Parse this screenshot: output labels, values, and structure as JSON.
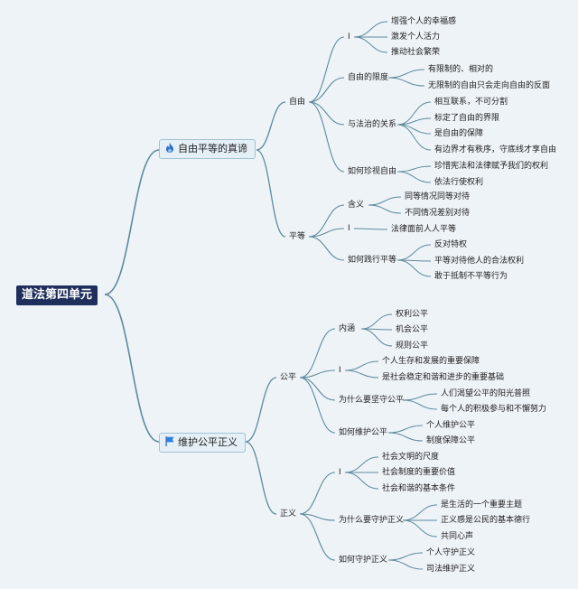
{
  "colors": {
    "background": "#eef3f8",
    "link": "#5e8a9a",
    "root_bg": "#1f2f5c",
    "topic_bg": "#e4eff6"
  },
  "root": "道法第四单元",
  "topics": [
    {
      "label": "自由平等的真谛",
      "icon": "flame-icon",
      "subtopics": [
        {
          "label": "自由",
          "groups": [
            {
              "label": "I",
              "items": [
                "增强个人的幸福感",
                "激发个人活力",
                "推动社会繁荣"
              ]
            },
            {
              "label": "自由的限度",
              "items": [
                "有限制的、相对的",
                "无限制的自由只会走向自由的反面"
              ]
            },
            {
              "label": "与法治的关系",
              "items": [
                "相互联系，不可分割",
                "标定了自由的界限",
                "是自由的保障",
                "有边界才有秩序，守底线才享自由"
              ]
            },
            {
              "label": "如何珍视自由",
              "items": [
                "珍惜宪法和法律赋予我们的权利",
                "依法行使权利"
              ]
            }
          ]
        },
        {
          "label": "平等",
          "groups": [
            {
              "label": "含义",
              "items": [
                "同等情况同等对待",
                "不同情况差别对待"
              ]
            },
            {
              "label": "I",
              "items": [
                "法律面前人人平等"
              ]
            },
            {
              "label": "如何践行平等",
              "items": [
                "反对特权",
                "平等对待他人的合法权利",
                "敢于抵制不平等行为"
              ]
            }
          ]
        }
      ]
    },
    {
      "label": "维护公平正义",
      "icon": "flag-icon",
      "subtopics": [
        {
          "label": "公平",
          "groups": [
            {
              "label": "内涵",
              "items": [
                "权利公平",
                "机会公平",
                "规则公平"
              ]
            },
            {
              "label": "I",
              "items": [
                "个人生存和发展的重要保障",
                "是社会稳定和谐和进步的重要基础"
              ]
            },
            {
              "label": "为什么要坚守公平",
              "items": [
                "人们渴望公平的阳光普照",
                "每个人的积极参与和不懈努力"
              ]
            },
            {
              "label": "如何维护公平",
              "items": [
                "个人维护公平",
                "制度保障公平"
              ]
            }
          ]
        },
        {
          "label": "正义",
          "groups": [
            {
              "label": "I",
              "items": [
                "社会文明的尺度",
                "社会制度的重要价值",
                "社会和谐的基本条件"
              ]
            },
            {
              "label": "为什么要守护正义",
              "items": [
                "是生活的一个重要主题",
                "正义感是公民的基本德行",
                "共同心声"
              ]
            },
            {
              "label": "如何守护正义",
              "items": [
                "个人守护正义",
                "司法维护正义"
              ]
            }
          ]
        }
      ]
    }
  ]
}
